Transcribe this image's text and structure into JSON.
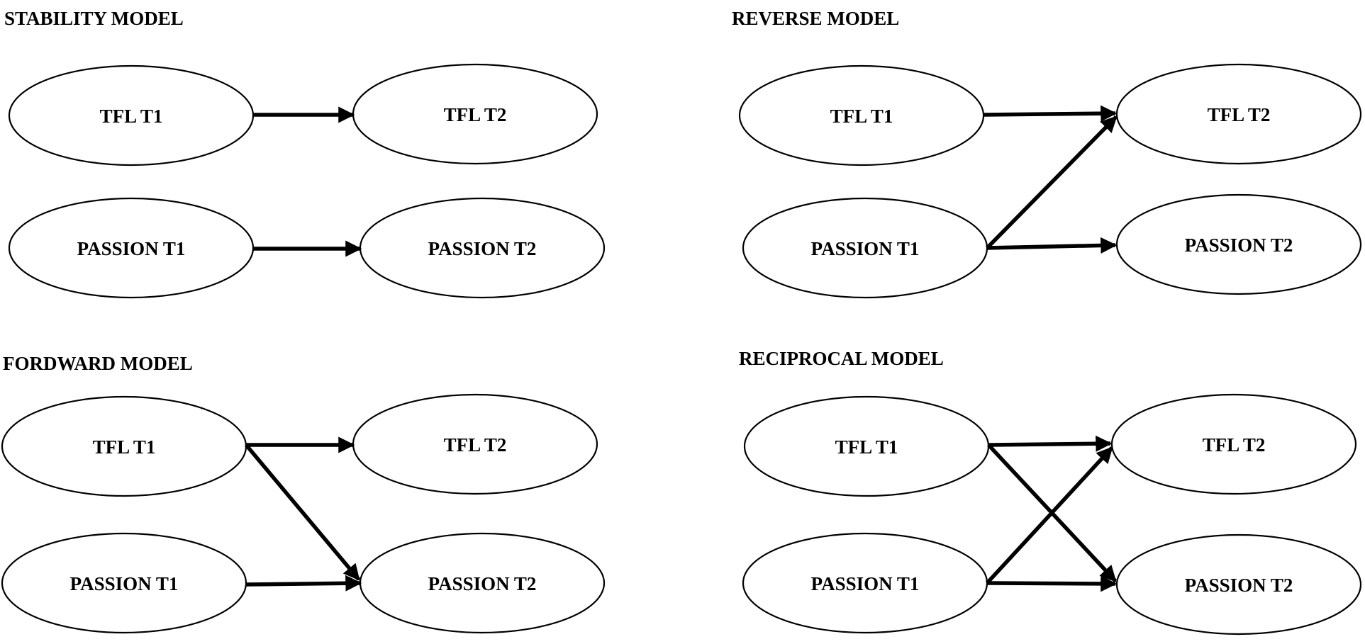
{
  "panels": [
    {
      "id": "stability",
      "title": "STABILITY MODEL",
      "nodes": [
        {
          "id": "tfl1",
          "label": "TFL T1"
        },
        {
          "id": "tfl2",
          "label": "TFL T2"
        },
        {
          "id": "pas1",
          "label": "PASSION T1"
        },
        {
          "id": "pas2",
          "label": "PASSION T2"
        }
      ],
      "edges": [
        {
          "from": "tfl1",
          "to": "tfl2"
        },
        {
          "from": "pas1",
          "to": "pas2"
        }
      ]
    },
    {
      "id": "reverse",
      "title": "REVERSE MODEL",
      "nodes": [
        {
          "id": "tfl1",
          "label": "TFL T1"
        },
        {
          "id": "tfl2",
          "label": "TFL T2"
        },
        {
          "id": "pas1",
          "label": "PASSION T1"
        },
        {
          "id": "pas2",
          "label": "PASSION T2"
        }
      ],
      "edges": [
        {
          "from": "tfl1",
          "to": "tfl2"
        },
        {
          "from": "pas1",
          "to": "tfl2"
        },
        {
          "from": "pas1",
          "to": "pas2"
        }
      ]
    },
    {
      "id": "forward",
      "title": "FORDWARD MODEL",
      "nodes": [
        {
          "id": "tfl1",
          "label": "TFL T1"
        },
        {
          "id": "tfl2",
          "label": "TFL T2"
        },
        {
          "id": "pas1",
          "label": "PASSION T1"
        },
        {
          "id": "pas2",
          "label": "PASSION T2"
        }
      ],
      "edges": [
        {
          "from": "tfl1",
          "to": "tfl2"
        },
        {
          "from": "tfl1",
          "to": "pas2"
        },
        {
          "from": "pas1",
          "to": "pas2"
        }
      ]
    },
    {
      "id": "reciprocal",
      "title": "RECIPROCAL MODEL",
      "nodes": [
        {
          "id": "tfl1",
          "label": "TFL T1"
        },
        {
          "id": "tfl2",
          "label": "TFL T2"
        },
        {
          "id": "pas1",
          "label": "PASSION T1"
        },
        {
          "id": "pas2",
          "label": "PASSION T2"
        }
      ],
      "edges": [
        {
          "from": "tfl1",
          "to": "tfl2"
        },
        {
          "from": "tfl1",
          "to": "pas2"
        },
        {
          "from": "pas1",
          "to": "tfl2"
        },
        {
          "from": "pas1",
          "to": "pas2"
        }
      ]
    }
  ]
}
